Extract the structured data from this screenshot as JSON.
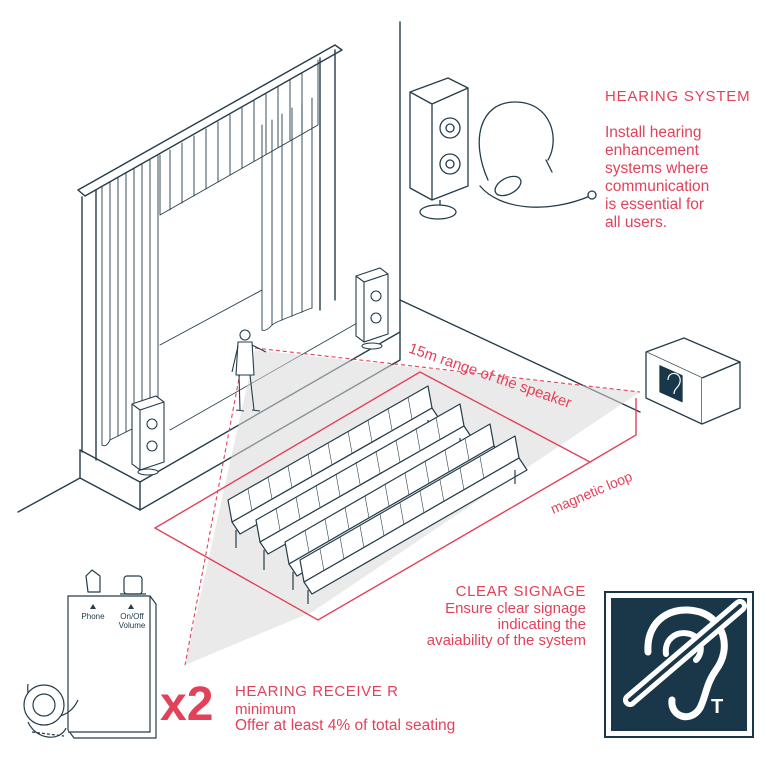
{
  "hearing_system": {
    "title": "HEARING SYSTEM",
    "body": "Install hearing\nenhancement\nsystems where\ncommunication\nis essential for\nall users."
  },
  "clear_signage": {
    "title": "CLEAR SIGNAGE",
    "body": "Ensure clear signage\nindicating the\navaiability of the system"
  },
  "hearing_receiver": {
    "multiplier": "x2",
    "title": "HEARING RECEIVE R",
    "line1": "minimum",
    "line2": "Offer at least 4% of total seating"
  },
  "diagram_labels": {
    "speaker_range": "15m range of the speaker",
    "magnetic_loop": "magnetic loop",
    "receiver_phone": "Phone",
    "receiver_volume": "On/Off\nVolume",
    "sign_letter": "T"
  },
  "colors": {
    "accent": "#e2415a",
    "line": "#243d4a",
    "sign_background": "#193748"
  },
  "icons": [
    "speaker-icon",
    "headset-microphone-icon",
    "amplifier-box-icon",
    "hearing-loop-sign-icon",
    "hearing-receiver-icon"
  ]
}
